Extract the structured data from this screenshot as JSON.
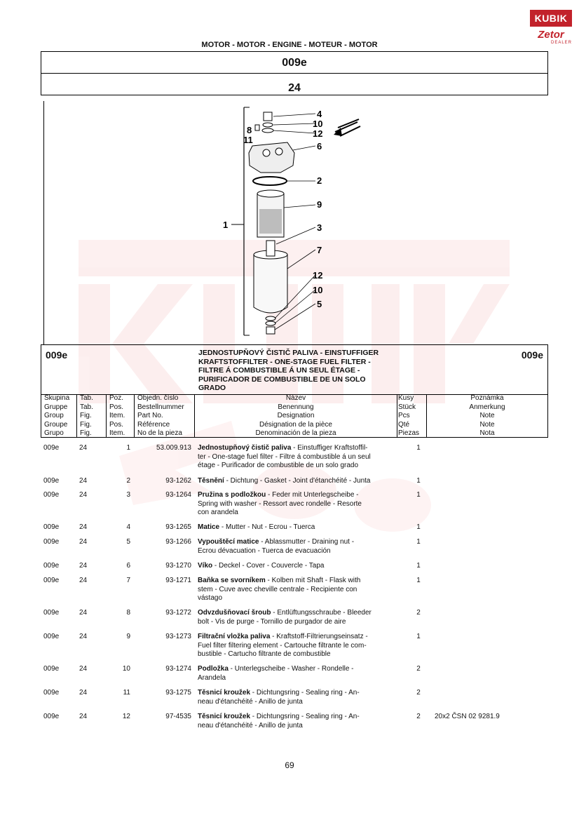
{
  "logo": {
    "top": "KUBIK",
    "middle": "Zetor",
    "bottom": "DEALER"
  },
  "header": {
    "section": "MOTOR - MOTOR - ENGINE - MOTEUR - MOTOR",
    "group_code": "009e",
    "figure_no": "24"
  },
  "diagram_labels": {
    "n4": "4",
    "n10a": "10",
    "n12a": "12",
    "n6": "6",
    "n8": "8",
    "n11": "11",
    "n2": "2",
    "n9": "9",
    "n3": "3",
    "n7": "7",
    "n12b": "12",
    "n10b": "10",
    "n5": "5",
    "n1": "1"
  },
  "title_block": {
    "code_left": "009e",
    "code_right": "009e",
    "lines": [
      "JEDNOSTUPŇOVÝ ČISTIČ PALIVA - EINSTUFFIGER",
      "KRAFTSTOFFILTER - ONE-STAGE FUEL FILTER -",
      "FILTRE Á COMBUSTIBLE Á UN SEUL ÉTAGE -",
      "PURIFICADOR DE COMBUSTIBLE DE UN SOLO",
      "GRADO"
    ]
  },
  "columns": {
    "group": [
      "Skupina",
      "Gruppe",
      "Group",
      "Groupe",
      "Grupo"
    ],
    "fig": [
      "Tab.",
      "Tab.",
      "Fig.",
      "Fig.",
      "Fig."
    ],
    "pos": [
      "Poz.",
      "Pos.",
      "Item.",
      "Pos.",
      "Item."
    ],
    "part": [
      "Objedn. číslo",
      "Bestellnummer",
      "Part No.",
      "Référence",
      "No de la pieza"
    ],
    "name": [
      "Název",
      "Benennung",
      "Designation",
      "Désignation de la pièce",
      "Denominación de la pieza"
    ],
    "qty": [
      "Kusy",
      "Stück",
      "Pcs",
      "Qté",
      "Piezas"
    ],
    "note": [
      "Poznámka",
      "Anmerkung",
      "Note",
      "Note",
      "Nota"
    ]
  },
  "rows": [
    {
      "group": "009e",
      "fig": "24",
      "pos": "1",
      "part": "53.009.913",
      "name_bold": "Jednostupňový čistič paliva",
      "name_rest": " - Einstuffiger Kraftstoffil-",
      "line2": "ter - One-stage fuel filter - Filtre á combustible á un seul",
      "line3": "étage - Purificador de combustible de un solo grado",
      "qty": "1",
      "note": ""
    },
    {
      "group": "009e",
      "fig": "24",
      "pos": "2",
      "part": "93-1262",
      "name_bold": "Těsnění",
      "name_rest": " - Dichtung - Gasket - Joint d'étanchéité - Junta",
      "line2": "",
      "line3": "",
      "qty": "1",
      "note": ""
    },
    {
      "group": "009e",
      "fig": "24",
      "pos": "3",
      "part": "93-1264",
      "name_bold": "Pružina s podložkou",
      "name_rest": " - Feder mit Unterlegscheibe -",
      "line2": "Spring with washer - Ressort avec rondelle - Resorte",
      "line3": "con arandela",
      "qty": "1",
      "note": ""
    },
    {
      "group": "009e",
      "fig": "24",
      "pos": "4",
      "part": "93-1265",
      "name_bold": "Matice",
      "name_rest": " - Mutter - Nut - Ecrou - Tuerca",
      "line2": "",
      "line3": "",
      "qty": "1",
      "note": ""
    },
    {
      "group": "009e",
      "fig": "24",
      "pos": "5",
      "part": "93-1266",
      "name_bold": "Vypouštěcí matice",
      "name_rest": " - Ablassmutter - Draining nut -",
      "line2": "Ecrou dévacuation - Tuerca de evacuación",
      "line3": "",
      "qty": "1",
      "note": ""
    },
    {
      "group": "009e",
      "fig": "24",
      "pos": "6",
      "part": "93-1270",
      "name_bold": "Víko",
      "name_rest": " - Deckel - Cover - Couvercle - Tapa",
      "line2": "",
      "line3": "",
      "qty": "1",
      "note": ""
    },
    {
      "group": "009e",
      "fig": "24",
      "pos": "7",
      "part": "93-1271",
      "name_bold": "Baňka se svorníkem",
      "name_rest": " - Kolben mit Shaft - Flask with",
      "line2": "stem - Cuve avec cheville centrale - Recipiente con",
      "line3": "vástago",
      "qty": "1",
      "note": ""
    },
    {
      "group": "009e",
      "fig": "24",
      "pos": "8",
      "part": "93-1272",
      "name_bold": "Odvzdušňovací šroub",
      "name_rest": " - Entlüftungsschraube - Bleeder",
      "line2": "bolt - Vis de purge - Tornillo de purgador de aire",
      "line3": "",
      "qty": "2",
      "note": ""
    },
    {
      "group": "009e",
      "fig": "24",
      "pos": "9",
      "part": "93-1273",
      "name_bold": "Filtrační vložka paliva",
      "name_rest": " - Kraftstoff-Filtrierungseinsatz -",
      "line2": "Fuel filter filtering element - Cartouche filtrante le com-",
      "line3": "bustible - Cartucho filtrante de combustible",
      "qty": "1",
      "note": ""
    },
    {
      "group": "009e",
      "fig": "24",
      "pos": "10",
      "part": "93-1274",
      "name_bold": "Podložka",
      "name_rest": " - Unterlegscheibe - Washer - Rondelle -",
      "line2": "Arandela",
      "line3": "",
      "qty": "2",
      "note": ""
    },
    {
      "group": "009e",
      "fig": "24",
      "pos": "11",
      "part": "93-1275",
      "name_bold": "Těsnicí kroužek",
      "name_rest": " - Dichtungsring - Sealing ring - An-",
      "line2": "neau d'étanchéité - Anillo de junta",
      "line3": "",
      "qty": "2",
      "note": ""
    },
    {
      "group": "009e",
      "fig": "24",
      "pos": "12",
      "part": "97-4535",
      "name_bold": "Těsnicí kroužek",
      "name_rest": " - Dichtungsring - Sealing ring - An-",
      "line2": "neau d'étanchéité - Anillo de junta",
      "line3": "",
      "qty": "2",
      "note": "20x2 ČSN 02 9281.9"
    }
  ],
  "page_number": "69"
}
